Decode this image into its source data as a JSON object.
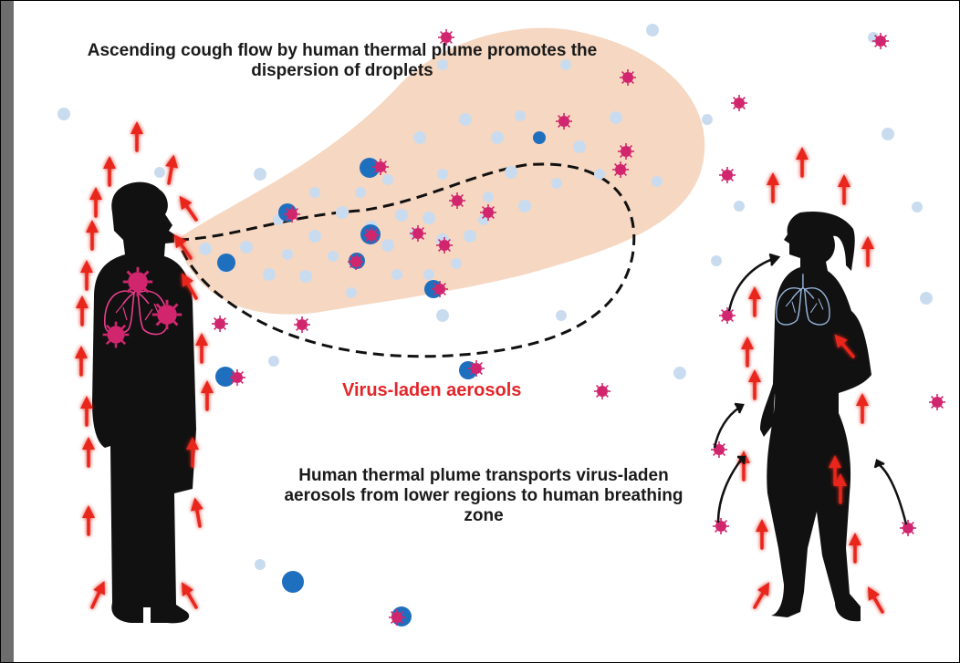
{
  "labels": {
    "cough_flow": "Ascending cough flow by human thermal plume promotes the dispersion of droplets",
    "aerosols": "Virus-laden aerosols",
    "thermal_plume": "Human thermal plume transports virus-laden aerosols from lower regions to human breathing zone"
  },
  "colors": {
    "plume_fill": "#f6d7c1",
    "arrow_red": "#e8251c",
    "droplet_blue": "#1f6fbf",
    "aerosol_light_blue": "#c9dcef",
    "virus_pink": "#d1266e",
    "silhouette": "#111111",
    "lung_man": "#e83e8c",
    "lung_woman": "#9ab9e0"
  },
  "icons": [
    "man-silhouette-icon",
    "woman-silhouette-icon",
    "lungs-icon",
    "virus-icon",
    "upward-arrow-icon"
  ]
}
